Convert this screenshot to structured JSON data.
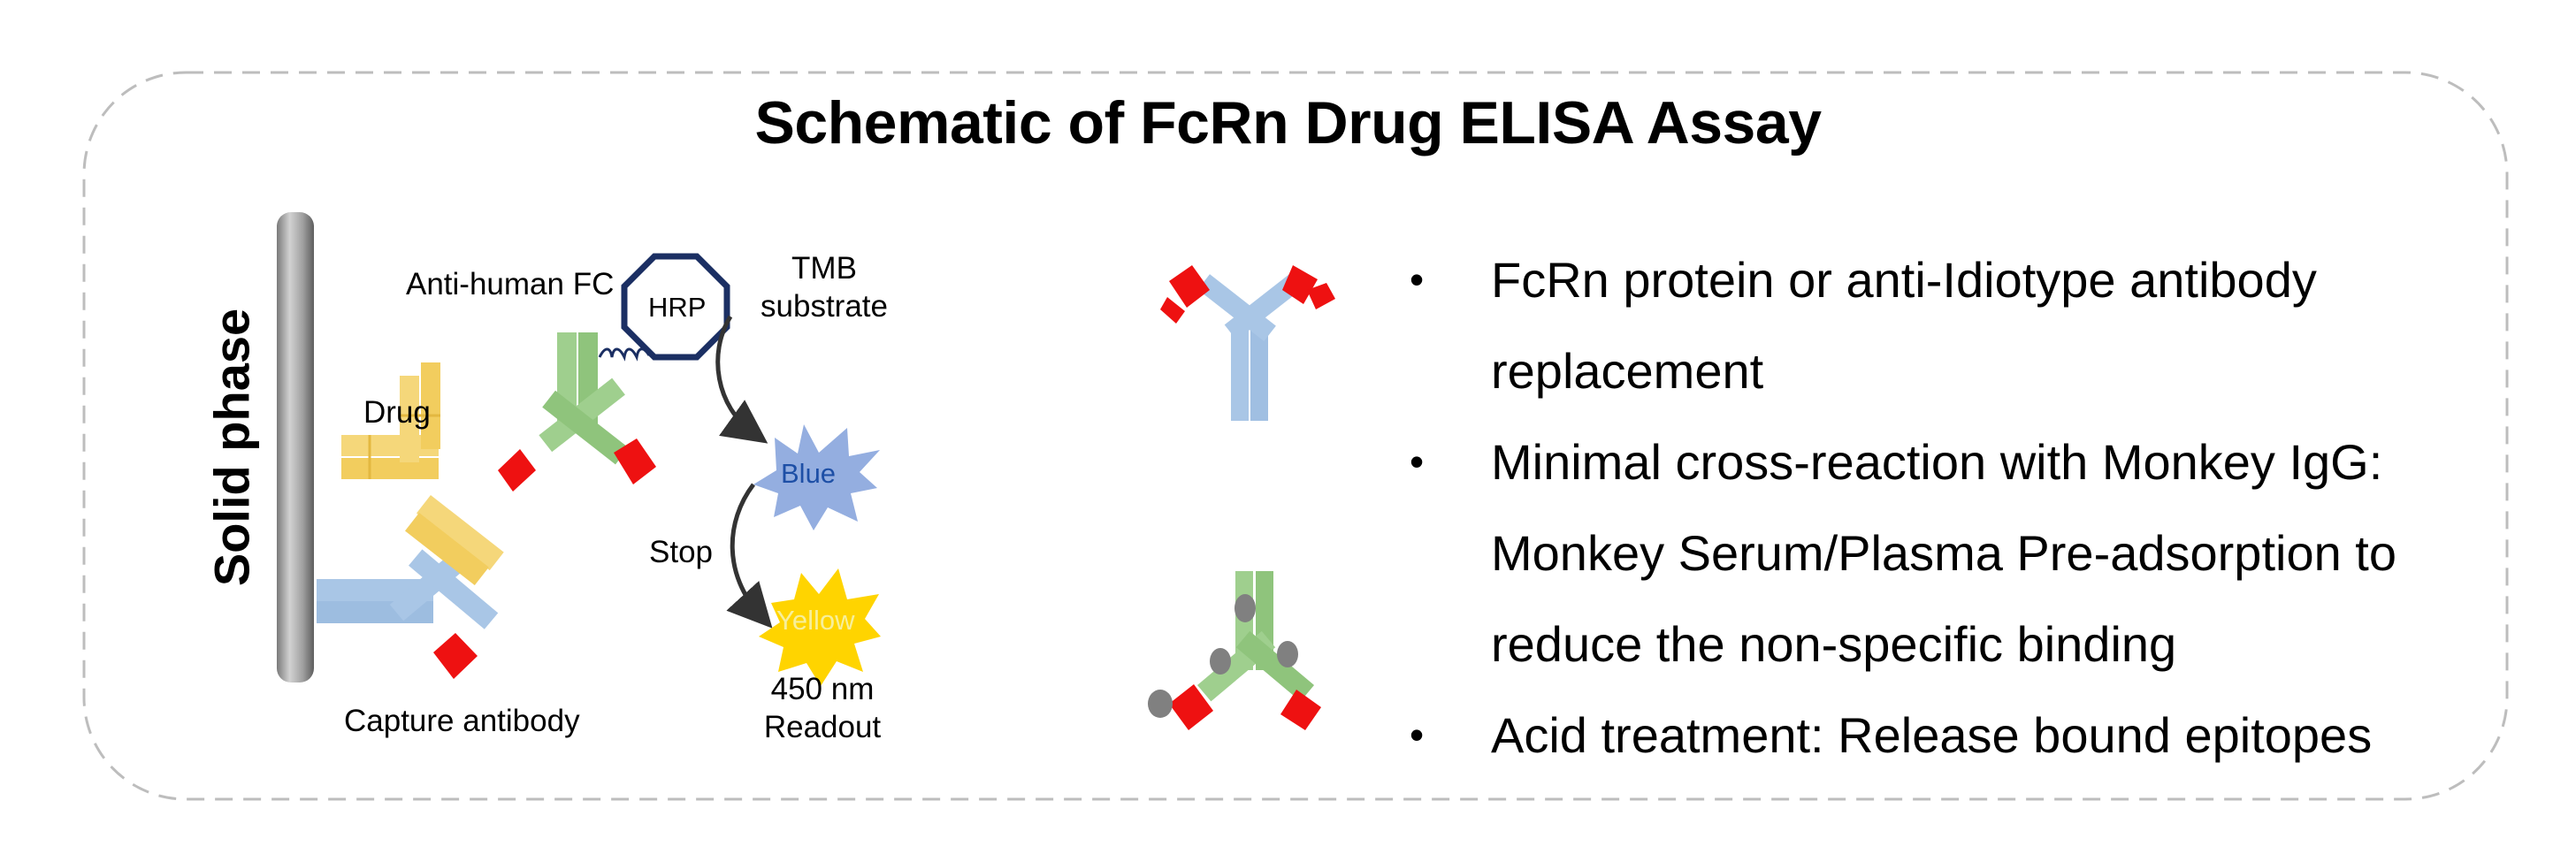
{
  "title": "Schematic of FcRn Drug ELISA Assay",
  "diagram": {
    "solid_phase": "Solid phase",
    "drug": "Drug",
    "anti_human_fc": "Anti-human FC",
    "hrp": "HRP",
    "tmb_substrate": [
      "TMB",
      "substrate"
    ],
    "blue": "Blue",
    "stop": "Stop",
    "yellow": "Yellow",
    "readout": [
      "450 nm",
      "Readout"
    ],
    "capture_antibody": "Capture antibody"
  },
  "bullets": [
    {
      "line1": "FcRn protein or anti-Idiotype antibody",
      "line2": "replacement"
    },
    {
      "line1": "Minimal cross-reaction with Monkey IgG:",
      "line2": "Monkey Serum/Plasma Pre-adsorption to",
      "line3": "reduce the non-specific binding"
    },
    {
      "line1": "Acid treatment: Release bound epitopes"
    }
  ],
  "colors": {
    "capture": "#a9c6e6",
    "drug": "#f5d77a",
    "detection": "#9fcf8e",
    "tips": "#ee1111",
    "hrp": "#1b2f63",
    "blue_burst": "#94aee0",
    "yellow_burst": "#ffd400",
    "epitope": "#808080"
  },
  "icons": [
    "hrp-octagon-icon",
    "blue-burst-icon",
    "yellow-burst-icon",
    "antibody-icon"
  ]
}
